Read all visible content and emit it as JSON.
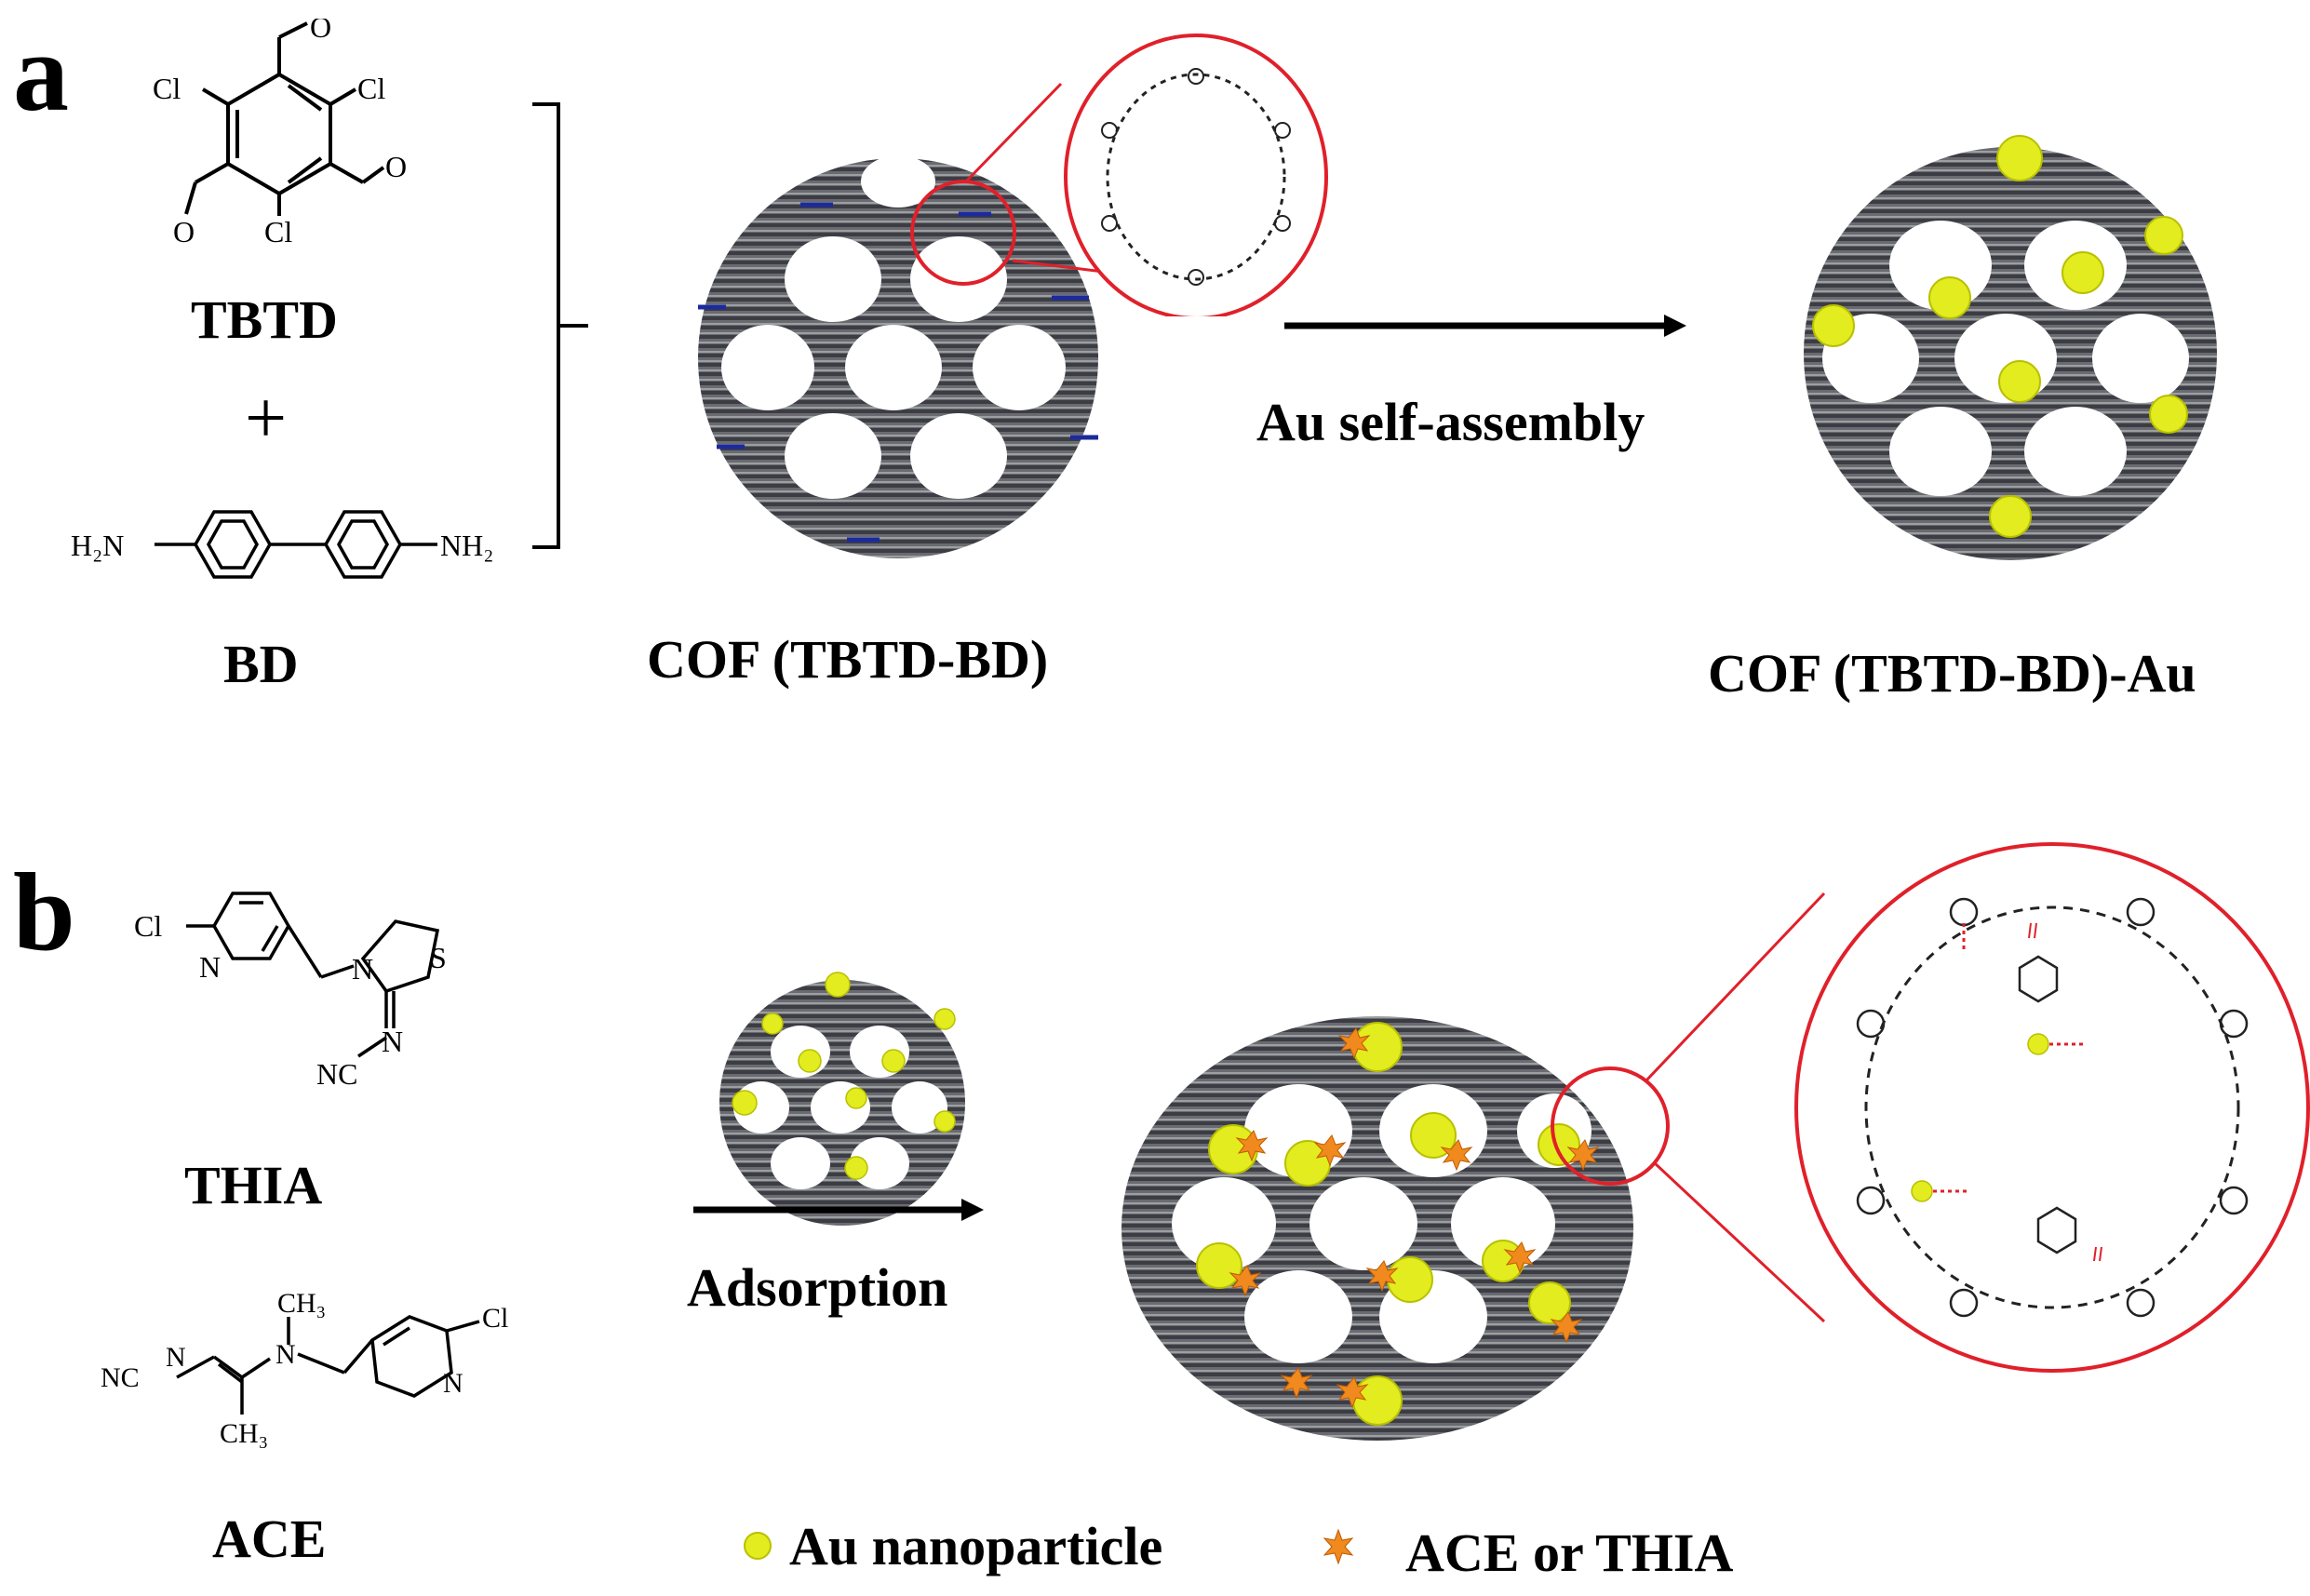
{
  "panels": {
    "a": {
      "letter": "a",
      "reactant1": "TBTD",
      "plus": "+",
      "reactant2": "BD",
      "cof_label": "COF (TBTD-BD)",
      "arrow_label": "Au self-assembly",
      "product_label": "COF (TBTD-BD)-Au",
      "tbtd_atoms": {
        "cl": "Cl",
        "o": "O"
      },
      "bd_atoms": {
        "left": "H₂N",
        "right": "NH₂"
      }
    },
    "b": {
      "letter": "b",
      "molecule1": "THIA",
      "molecule2": "ACE",
      "arrow_label": "Adsorption",
      "thia_atoms": {
        "cl": "Cl",
        "n": "N",
        "s": "S",
        "nc": "NC"
      },
      "ace_atoms": {
        "nc": "NC",
        "n": "N",
        "ch3": "CH₃",
        "cl": "Cl"
      }
    }
  },
  "legend": {
    "au_label": "Au nanoparticle",
    "ace_label": "ACE or THIA"
  },
  "colors": {
    "au_particle": "#e3ec1e",
    "star": "#f08a1e",
    "zoom_circle": "#e0202a",
    "framework_dark": "#3c3c44",
    "framework_blue": "#1c2a9c"
  }
}
